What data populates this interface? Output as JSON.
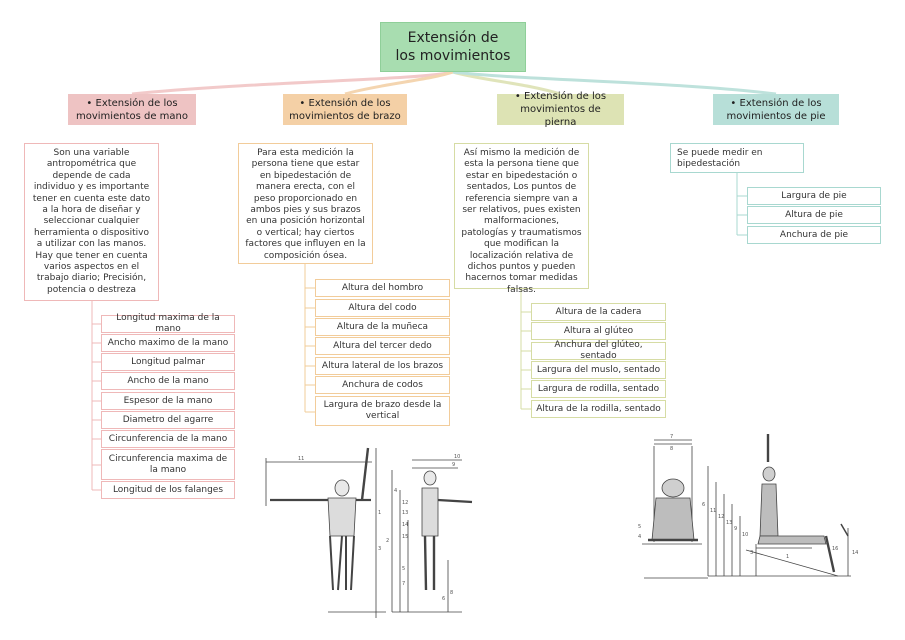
{
  "title": "Extensión de\nlos movimientos",
  "branches": {
    "mano": {
      "header": "• Extensión de los movimientos de mano",
      "description": "Son una variable antropométrica que depende de cada individuo y es importante tener en cuenta este dato a la hora de diseñar y seleccionar cualquier herramienta o dispositivo a utilizar con las manos. Hay que tener en cuenta varios aspectos en el trabajo diario; Precisión, potencia o destreza",
      "items": [
        "Longitud maxima de la mano",
        "Ancho maximo de la mano",
        "Longitud palmar",
        "Ancho de la mano",
        "Espesor de la mano",
        "Diametro del agarre",
        "Circunferencia de la mano",
        "Circunferencia maxima de la mano",
        "Longitud de los falanges"
      ]
    },
    "brazo": {
      "header": "• Extensión de los movimientos de brazo",
      "description": "Para esta medición la persona tiene que estar en bipedestación de manera erecta, con el peso proporcionado en ambos pies y sus brazos en una posición horizontal o vertical; hay ciertos factores que influyen en la composición ósea.",
      "items": [
        "Altura del hombro",
        "Altura del codo",
        "Altura de la muñeca",
        "Altura del tercer dedo",
        "Altura lateral de los brazos",
        "Anchura de codos",
        "Largura de brazo desde la vertical"
      ]
    },
    "pierna": {
      "header": "• Extensión de los movimientos de pierna",
      "description": "Así mismo la medición de esta la persona tiene que estar en bipedestación o sentados, Los puntos de referencia siempre van a ser relativos, pues existen malformaciones, patologías y traumatismos que modifican la localización relativa de dichos puntos y pueden hacernos tomar medidas falsas.",
      "items": [
        "Altura de la cadera",
        "Altura al glúteo",
        "Anchura del glúteo, sentado",
        "Largura del muslo, sentado",
        "Largura de rodilla, sentado",
        "Altura de la rodilla, sentado"
      ]
    },
    "pie": {
      "header": "• Extensión de los movimientos de pie",
      "description": "Se puede medir en bipedestación",
      "items": [
        "Largura de pie",
        "Altura de pie",
        "Anchura de pie"
      ]
    }
  },
  "colors": {
    "title_bg": "#a8ddb0",
    "mano": "#eec3c3",
    "brazo": "#f4d0a6",
    "pierna": "#dde3b4",
    "pie": "#b7dfd8"
  },
  "figure_labels": {
    "standing_front": [
      "11",
      "1",
      "3",
      "5",
      "7",
      "6"
    ],
    "standing_side": [
      "10",
      "9",
      "4",
      "12",
      "13",
      "14",
      "15",
      "2",
      "8"
    ],
    "seated_front": [
      "7",
      "8",
      "5",
      "4"
    ],
    "seated_side": [
      "6",
      "11",
      "12",
      "13",
      "9",
      "10",
      "3",
      "16",
      "1",
      "14"
    ]
  }
}
